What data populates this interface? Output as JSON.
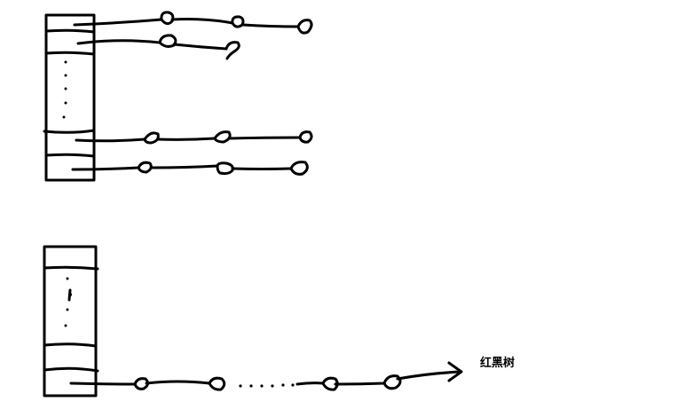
{
  "diagram": {
    "title": "",
    "top_figure": {
      "description_visible_text": "",
      "array_cells": 4,
      "chains": 4
    },
    "bottom_figure": {
      "array_cells": 3,
      "chains": 1
    },
    "annotation": {
      "text": "红黑树"
    },
    "colors": {
      "stroke": "#000000",
      "background": "#ffffff"
    }
  }
}
